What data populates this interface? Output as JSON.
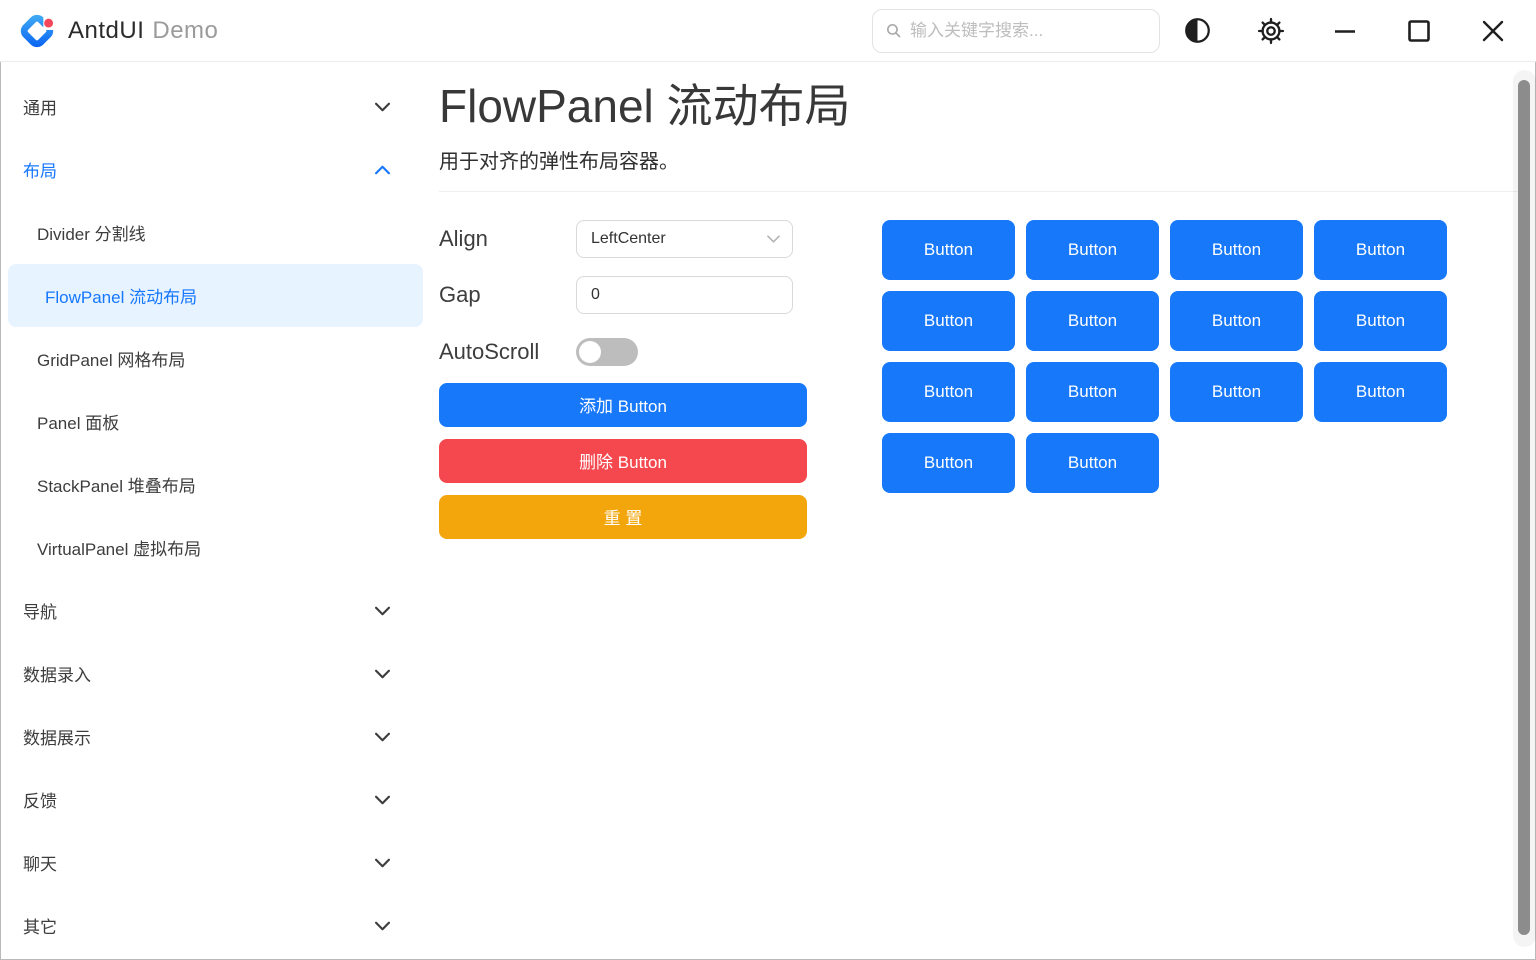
{
  "window": {
    "title_primary": "AntdUI",
    "title_secondary": "Demo",
    "search": {
      "placeholder": "输入关键字搜索...",
      "value": ""
    },
    "icons": {
      "logo": "antdui-logo",
      "search": "search-icon",
      "theme": "contrast-half-circle-icon",
      "settings": "gear-icon",
      "minimize": "minimize-icon",
      "maximize": "maximize-icon",
      "close": "close-icon"
    }
  },
  "sidebar": {
    "items": [
      {
        "id": "general",
        "label": "通用",
        "type": "group",
        "state": "collapsed"
      },
      {
        "id": "layout",
        "label": "布局",
        "type": "group",
        "state": "expanded",
        "active": true
      },
      {
        "id": "divider",
        "label": "Divider 分割线",
        "type": "child"
      },
      {
        "id": "flowpanel",
        "label": "FlowPanel 流动布局",
        "type": "child",
        "selected": true
      },
      {
        "id": "gridpanel",
        "label": "GridPanel 网格布局",
        "type": "child"
      },
      {
        "id": "panel",
        "label": "Panel 面板",
        "type": "child"
      },
      {
        "id": "stackpanel",
        "label": "StackPanel 堆叠布局",
        "type": "child"
      },
      {
        "id": "virtualpanel",
        "label": "VirtualPanel 虚拟布局",
        "type": "child"
      },
      {
        "id": "navigation",
        "label": "导航",
        "type": "group",
        "state": "collapsed"
      },
      {
        "id": "data-entry",
        "label": "数据录入",
        "type": "group",
        "state": "collapsed"
      },
      {
        "id": "data-display",
        "label": "数据展示",
        "type": "group",
        "state": "collapsed"
      },
      {
        "id": "feedback",
        "label": "反馈",
        "type": "group",
        "state": "collapsed"
      },
      {
        "id": "chat",
        "label": "聊天",
        "type": "group",
        "state": "collapsed"
      },
      {
        "id": "other",
        "label": "其它",
        "type": "group",
        "state": "collapsed"
      }
    ]
  },
  "page": {
    "title": "FlowPanel 流动布局",
    "subtitle": "用于对齐的弹性布局容器。"
  },
  "controls": {
    "align": {
      "label": "Align",
      "value": "LeftCenter"
    },
    "gap": {
      "label": "Gap",
      "value": "0"
    },
    "autoscroll": {
      "label": "AutoScroll",
      "on": false
    },
    "add_button_label": "添加 Button",
    "delete_button_label": "删除 Button",
    "reset_button_label": "重 置"
  },
  "flow_demo": {
    "button_label": "Button",
    "count": 14
  },
  "colors": {
    "primary": "#1778f9",
    "danger": "#f5484e",
    "warning": "#f2a60c",
    "selected_bg": "#e7f3fe",
    "active_text": "#1677ff"
  }
}
